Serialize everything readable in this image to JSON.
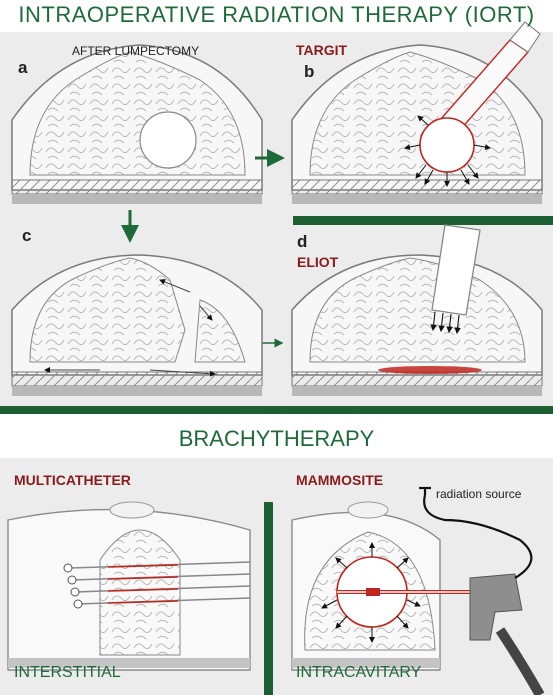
{
  "header": {
    "title": "INTRAOPERATIVE RADIATION THERAPY (IORT)"
  },
  "panels": {
    "a": {
      "letter": "a",
      "caption": "AFTER LUMPECTOMY"
    },
    "b": {
      "letter": "b",
      "name": "TARGIT"
    },
    "c": {
      "letter": "c"
    },
    "d": {
      "letter": "d",
      "name": "ELIOT"
    }
  },
  "brachy": {
    "title": "BRACHYTHERAPY",
    "left": {
      "name": "MULTICATHETER",
      "type": "INTERSTITIAL"
    },
    "right": {
      "name": "MAMMOSITE",
      "type": "INTRACAVITARY",
      "source_label": "radiation source"
    }
  },
  "colors": {
    "green": "#1e6b3a",
    "red": "#c0261e",
    "gray_bg": "#ececec"
  }
}
